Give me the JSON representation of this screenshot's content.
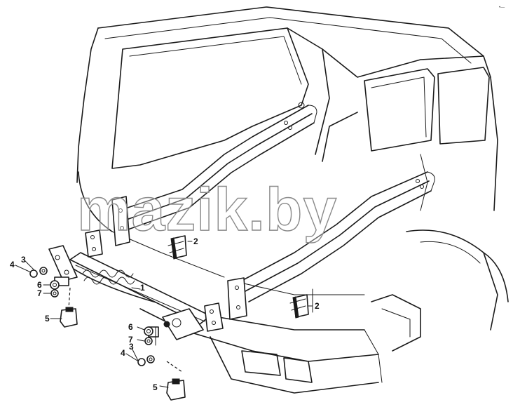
{
  "watermark": "mazik.by",
  "corner_mark": "•—",
  "callouts": {
    "c1": "1",
    "c2a": "2",
    "c2b": "2",
    "c3a": "3",
    "c3b": "3",
    "c4a": "4",
    "c4b": "4",
    "c5a": "5",
    "c5b": "5",
    "c6a": "6",
    "c6b": "6",
    "c7a": "7",
    "c7b": "7"
  }
}
